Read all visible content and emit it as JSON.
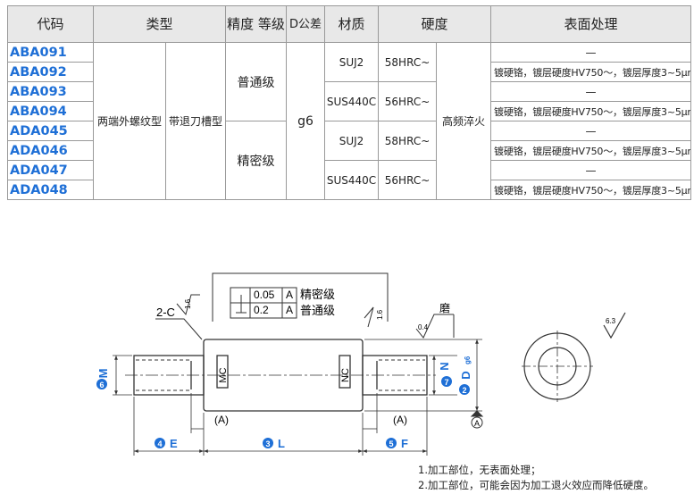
{
  "table": {
    "headers": {
      "code": "代码",
      "type": "类型",
      "precision": "精度\n等级",
      "tolerance": "D公差",
      "material": "材质",
      "hardness": "硬度",
      "surface": "表面处理"
    },
    "codes": [
      "ABA091",
      "ABA092",
      "ABA093",
      "ABA094",
      "ADA045",
      "ADA046",
      "ADA047",
      "ADA048"
    ],
    "type_1": "两端外螺纹型",
    "type_2": "带退刀槽型",
    "precision_1": "普通级",
    "precision_2": "精密级",
    "tolerance": "g6",
    "material_1": "SUJ2",
    "material_2": "SUS440C",
    "hardness_1": "58HRC~",
    "hardness_2": "56HRC~",
    "heat_treatment": "高频淬火",
    "surface_none": "—",
    "surface_plated": "镀硬铬，镀层硬度HV750～，镀层厚度3~5μm"
  },
  "drawing": {
    "label_mc": "MC",
    "label_nc": "NC",
    "label_a": "(A)",
    "label_2c": "2-C",
    "label_ra16": "1.6",
    "label_ra04": "0.4",
    "label_ra63": "6.3",
    "label_grind": "磨",
    "tol_perp_fine": "0.05",
    "tol_perp_normal": "0.2",
    "tol_datum": "A",
    "tol_fine_label": "精密级",
    "tol_normal_label": "普通级",
    "datum_a": "A",
    "dim_m": "M",
    "dim_m_num": "6",
    "dim_n": "N",
    "dim_n_num": "7",
    "dim_d": "D",
    "dim_d_sub": "g6",
    "dim_d_num": "2",
    "dim_e": "E",
    "dim_e_num": "4",
    "dim_l": "L",
    "dim_l_num": "3",
    "dim_f": "F",
    "dim_f_num": "5"
  },
  "notes": [
    "1.加工部位，无表面处理；",
    "2.加工部位，可能会因为加工退火效应而降低硬度。"
  ],
  "colors": {
    "accent": "#1e6fd6",
    "header_bg": "#e8e8e8",
    "line": "#333333"
  }
}
